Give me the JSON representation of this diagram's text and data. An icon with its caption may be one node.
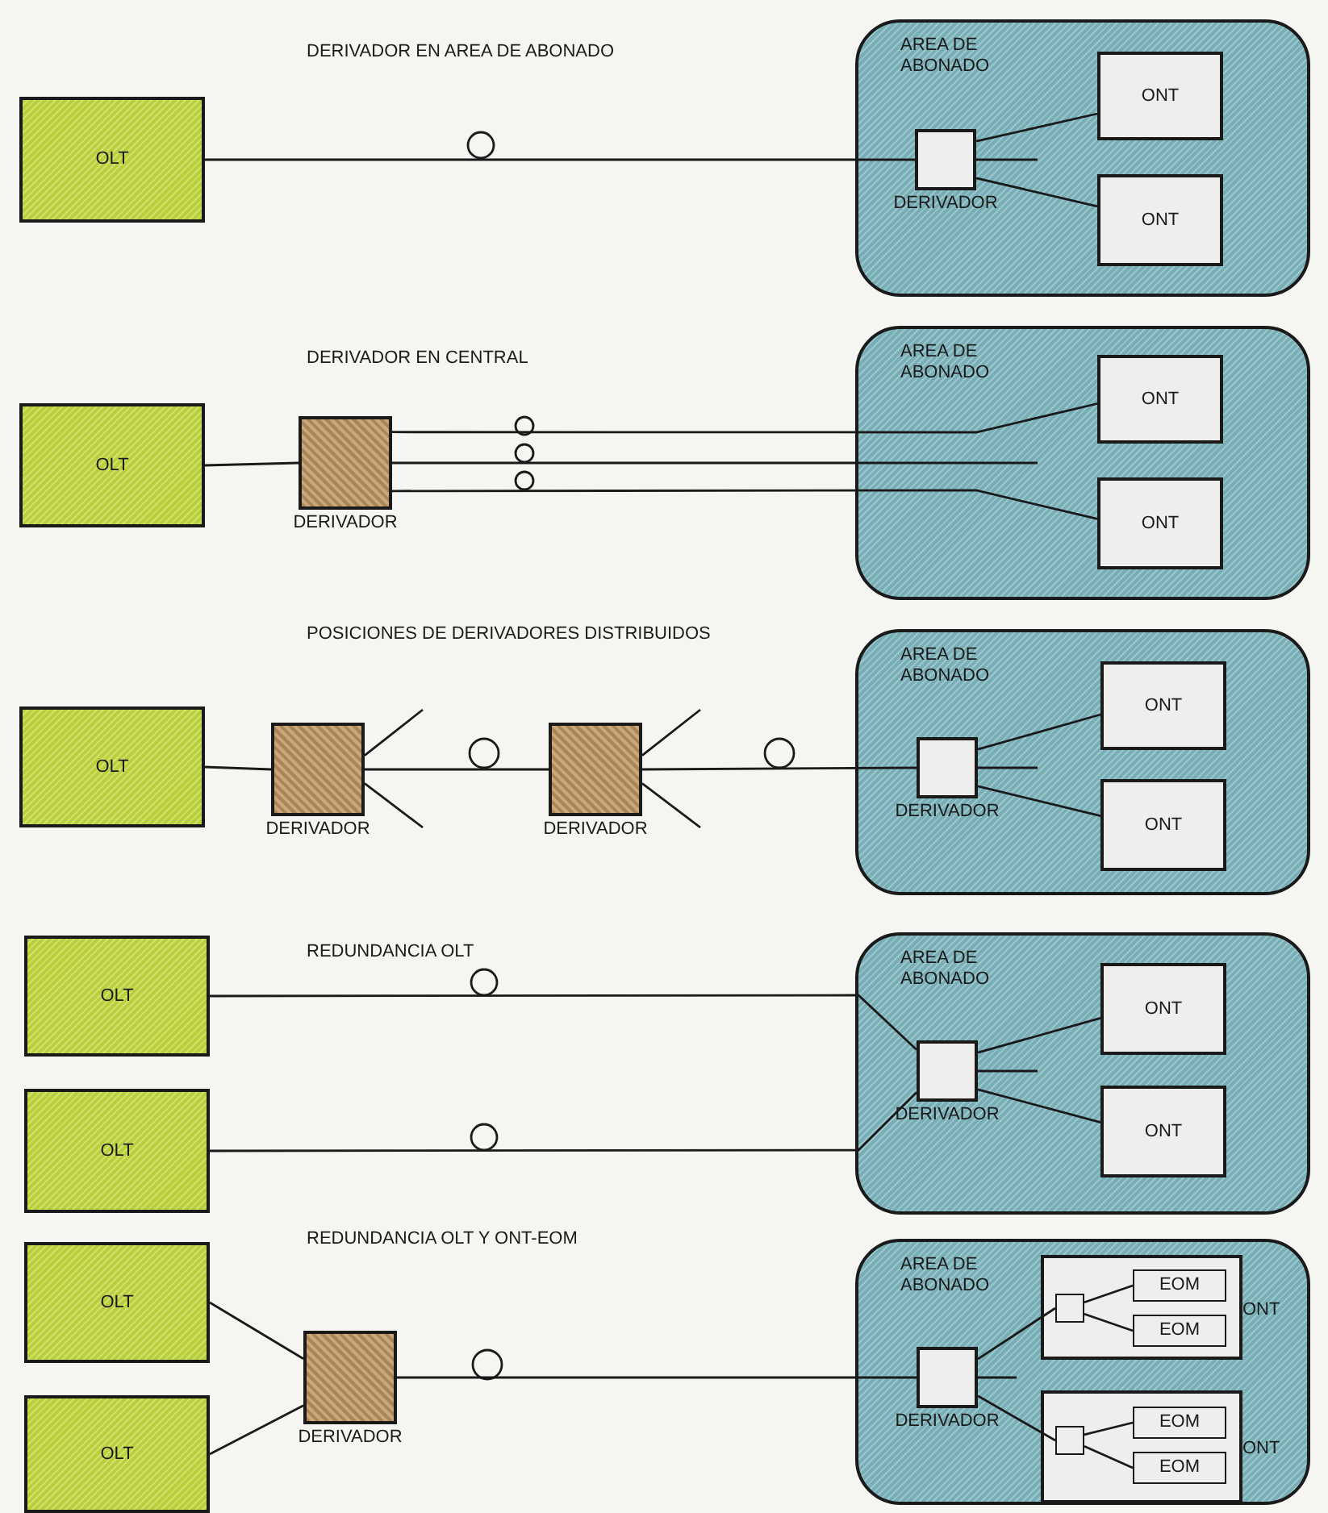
{
  "diagram": {
    "nodes": [
      {
        "text": [
          "OLT"
        ]
      },
      {
        "text": [
          "AREA DE ABONADO"
        ]
      },
      {
        "text": [
          "DERIVADOR"
        ],
        "in": 1
      },
      {
        "text": [
          "ONT"
        ],
        "in": 1
      },
      {
        "text": [
          "ONT"
        ],
        "in": 1
      },
      {
        "text": [
          "OLT"
        ]
      },
      {
        "text": [
          "DERIVADOR"
        ]
      },
      {
        "text": [
          "AREA DE ABONADO"
        ]
      },
      {
        "text": [
          "ONT"
        ],
        "in": 7
      },
      {
        "text": [
          "ONT"
        ],
        "in": 7
      },
      {
        "text": [
          "OLT"
        ]
      },
      {
        "text": [
          "DERIVADOR"
        ]
      },
      {
        "text": [
          "DERIVADOR"
        ]
      },
      {
        "text": [
          "AREA DE ABONADO"
        ]
      },
      {
        "text": [
          "DERIVADOR"
        ],
        "in": 13
      },
      {
        "text": [
          "ONT"
        ],
        "in": 13
      },
      {
        "text": [
          "ONT"
        ],
        "in": 13
      },
      {
        "text": [
          "OLT"
        ]
      },
      {
        "text": [
          "OLT"
        ]
      },
      {
        "text": [
          "AREA DE ABONADO"
        ]
      },
      {
        "text": [
          "DERIVADOR"
        ],
        "in": 19
      },
      {
        "text": [
          "ONT"
        ],
        "in": 19
      },
      {
        "text": [
          "ONT"
        ],
        "in": 19
      },
      {
        "text": [
          "OLT"
        ]
      },
      {
        "text": [
          "OLT"
        ]
      },
      {
        "text": [
          "DERIVADOR"
        ]
      },
      {
        "text": [
          "AREA DE ABONADO"
        ]
      },
      {
        "text": [
          "DERIVADOR"
        ],
        "in": 26
      },
      {
        "text": [
          "ONT"
        ],
        "in": 26
      },
      {
        "text": [],
        "shape": "box",
        "in": 28
      },
      {
        "text": [
          "EOM"
        ],
        "in": 28
      },
      {
        "text": [
          "EOM"
        ],
        "in": 28
      },
      {
        "text": [
          "ONT"
        ],
        "in": 26
      },
      {
        "text": [],
        "shape": "box",
        "in": 32
      },
      {
        "text": [
          "EOM"
        ],
        "in": 32
      },
      {
        "text": [
          "EOM"
        ],
        "in": 32
      }
    ],
    "edges": [
      {
        "from": 0,
        "to": 2,
        "arrow": "none"
      },
      {
        "from": 2,
        "to": 3,
        "arrow": "none"
      },
      {
        "from": 2,
        "to": null,
        "arrow": "none"
      },
      {
        "from": 2,
        "to": 4,
        "arrow": "none"
      },
      {
        "from": 5,
        "to": 6,
        "arrow": "none"
      },
      {
        "from": 6,
        "to": 8,
        "arrow": "none"
      },
      {
        "from": 6,
        "to": null,
        "arrow": "none"
      },
      {
        "from": 6,
        "to": 9,
        "arrow": "none"
      },
      {
        "from": 10,
        "to": 11,
        "arrow": "none"
      },
      {
        "from": 11,
        "to": null,
        "arrow": "none"
      },
      {
        "from": 11,
        "to": null,
        "arrow": "none"
      },
      {
        "from": 11,
        "to": 12,
        "arrow": "none"
      },
      {
        "from": 12,
        "to": null,
        "arrow": "none"
      },
      {
        "from": 12,
        "to": null,
        "arrow": "none"
      },
      {
        "from": 12,
        "to": 14,
        "arrow": "none"
      },
      {
        "from": 14,
        "to": 15,
        "arrow": "none"
      },
      {
        "from": 14,
        "to": null,
        "arrow": "none"
      },
      {
        "from": 14,
        "to": 16,
        "arrow": "none"
      },
      {
        "from": 17,
        "to": 20,
        "arrow": "none"
      },
      {
        "from": 18,
        "to": 20,
        "arrow": "none"
      },
      {
        "from": 20,
        "to": 21,
        "arrow": "none"
      },
      {
        "from": 20,
        "to": null,
        "arrow": "none"
      },
      {
        "from": 20,
        "to": 22,
        "arrow": "none"
      },
      {
        "from": 23,
        "to": 25,
        "arrow": "none"
      },
      {
        "from": 24,
        "to": 25,
        "arrow": "none"
      },
      {
        "from": 25,
        "to": 27,
        "arrow": "none"
      },
      {
        "from": 27,
        "to": 29,
        "arrow": "none"
      },
      {
        "from": 27,
        "to": null,
        "arrow": "none"
      },
      {
        "from": 27,
        "to": 33,
        "arrow": "none"
      },
      {
        "from": 29,
        "to": 30,
        "arrow": "none"
      },
      {
        "from": 29,
        "to": 31,
        "arrow": "none"
      },
      {
        "from": 33,
        "to": 34,
        "arrow": "none"
      },
      {
        "from": 33,
        "to": 35,
        "arrow": "none"
      }
    ],
    "labels": [
      "DERIVADOR EN AREA DE ABONADO",
      "DERIVADOR EN CENTRAL",
      "POSICIONES DE DERIVADORES DISTRIBUIDOS",
      "REDUNDANCIA OLT",
      "REDUNDANCIA OLT Y ONT-EOM"
    ]
  }
}
